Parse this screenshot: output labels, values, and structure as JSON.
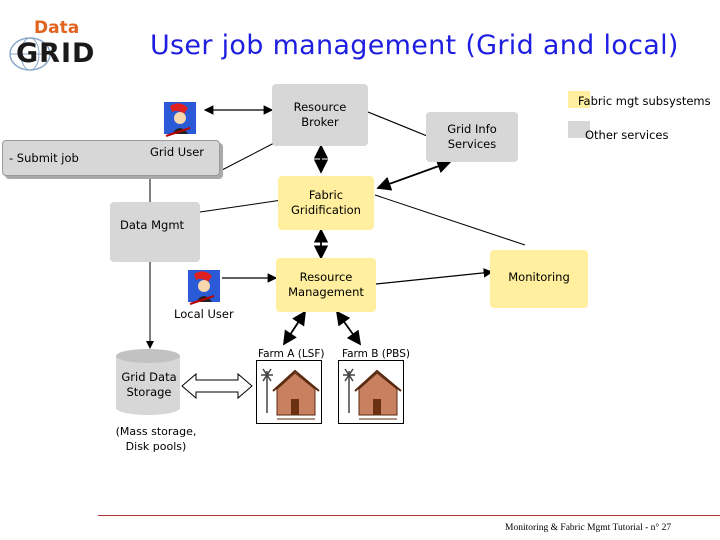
{
  "logo": {
    "line1": "Data",
    "line2": "GRID"
  },
  "title": "User job management (Grid and local)",
  "legend": {
    "fabric": "Fabric mgt subsystems",
    "other": "Other services"
  },
  "nodes": {
    "resource_broker": "Resource\nBroker",
    "grid_info_services": "Grid Info\nServices",
    "submit_job": "- Submit job",
    "grid_user": "Grid User",
    "fabric_gridification": "Fabric\nGridification",
    "data_mgmt": "Data Mgmt",
    "resource_management": "Resource\nManagement",
    "monitoring": "Monitoring",
    "local_user": "Local User",
    "farm_a": "Farm A (LSF)",
    "farm_b": "Farm B (PBS)",
    "grid_data_storage": "Grid Data\nStorage",
    "storage_note": "(Mass storage,\nDisk pools)"
  },
  "footer": "Monitoring & Fabric Mgmt Tutorial - n° 27",
  "colors": {
    "title": "#1d1ee0",
    "fabric_box": "#ffef9e",
    "other_box": "#d7d7d7",
    "footer_rule": "#b03030"
  }
}
